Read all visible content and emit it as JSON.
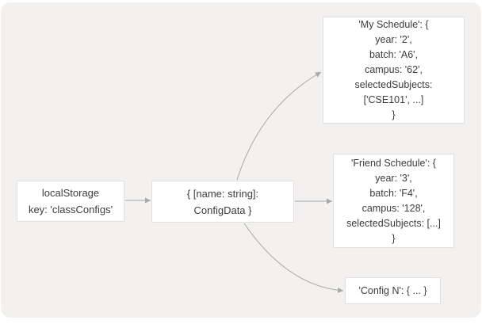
{
  "colors": {
    "page_bg": "#ffffff",
    "panel_bg": "#f2f1ef",
    "node_bg": "#ffffff",
    "node_border": "#e0e0e0",
    "text": "#3c3c3c",
    "arrow": "#a8a8a8"
  },
  "nodes": {
    "localstorage": {
      "lines": [
        "localStorage",
        "key: 'classConfigs'"
      ]
    },
    "config_map": {
      "lines": [
        "{ [name: string]:",
        "ConfigData }"
      ]
    },
    "my_schedule": {
      "lines": [
        "'My Schedule': {",
        "year: '2',",
        "batch: 'A6',",
        "campus: '62',",
        "selectedSubjects:",
        "['CSE101', ...]",
        "}"
      ]
    },
    "friend_schedule": {
      "lines": [
        "'Friend Schedule': {",
        "year: '3',",
        "batch: 'F4',",
        "campus: '128',",
        "selectedSubjects: [...]",
        "}"
      ]
    },
    "config_n": {
      "lines": [
        "'Config N': { ... }"
      ]
    }
  },
  "edges": [
    {
      "from": "localstorage",
      "to": "config_map"
    },
    {
      "from": "config_map",
      "to": "my_schedule"
    },
    {
      "from": "config_map",
      "to": "friend_schedule"
    },
    {
      "from": "config_map",
      "to": "config_n"
    }
  ]
}
